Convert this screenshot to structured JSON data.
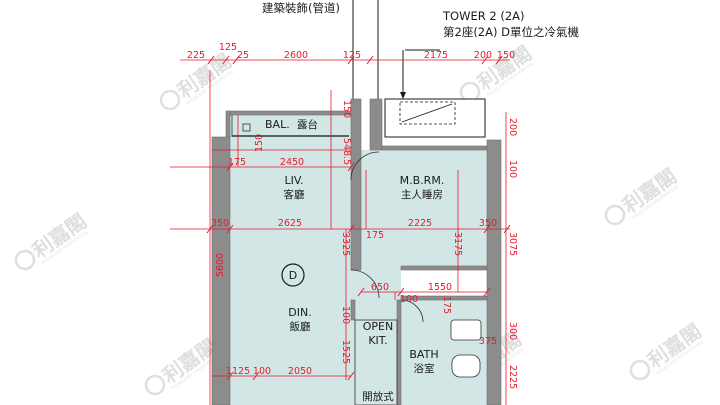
{
  "header": {
    "left_note": "建築裝飾(管道)",
    "tower": "TOWER 2 (2A)",
    "note": "第2座(2A) D單位之冷氣機"
  },
  "watermark": {
    "brand_zh": "利嘉閣",
    "brand_en": "RICACORP PROPERTIES"
  },
  "unit_badge": "D",
  "rooms": {
    "balcony": {
      "en": "BAL.",
      "zh": "露台"
    },
    "living": {
      "en": "LIV.",
      "zh": "客廳"
    },
    "master": {
      "en": "M.B.RM.",
      "zh": "主人睡房"
    },
    "dining": {
      "en": "DIN.",
      "zh": "飯廳"
    },
    "kitchen": {
      "en1": "OPEN",
      "en2": "KIT.",
      "zh": "開放式"
    },
    "bath": {
      "en": "BATH",
      "zh": "浴室"
    }
  },
  "dims": {
    "top": [
      "225",
      "125",
      "25",
      "2600",
      "125",
      "2175",
      "200",
      "150"
    ],
    "row150": "150",
    "row2450": [
      "175",
      "150",
      "2450",
      "548.5"
    ],
    "row2625": [
      "350",
      "2625",
      "2225",
      "350"
    ],
    "mid": [
      "3325",
      "175",
      "3175",
      "5600"
    ],
    "kit": [
      "650",
      "100",
      "1550",
      "175"
    ],
    "kit_v": [
      "100",
      "1525"
    ],
    "bottom": [
      "1125",
      "100",
      "2050"
    ],
    "right": [
      "200",
      "100",
      "3075",
      "300",
      "375",
      "2225"
    ]
  },
  "colors": {
    "wall": "#8c8c8c",
    "floor": "#d2e6e6",
    "dimension": "#e8192c"
  }
}
